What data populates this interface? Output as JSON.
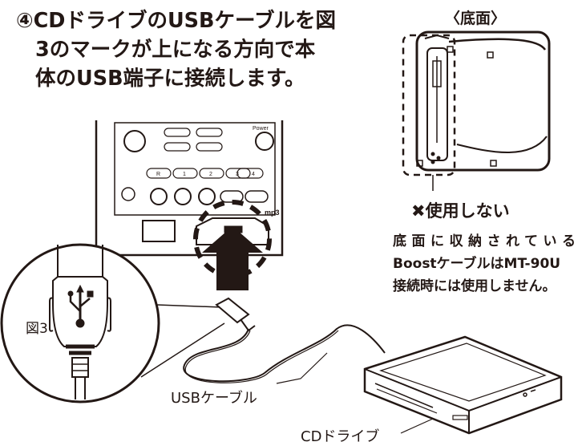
{
  "instruction": {
    "line1": "④CDドライブのUSBケーブルを図",
    "line2": "3のマークが上になる方向で本",
    "line3": "体のUSB端子に接続します。"
  },
  "bottom_view": {
    "heading": "〈底面〉"
  },
  "note": {
    "title": "✖使用しない",
    "body_line1": "底面に収納されている",
    "body_line2": "BoostケーブルはMT-90U",
    "body_line3": "接続時には使用しません。"
  },
  "figure_label": "図3",
  "usb_cable_label": "USBケーブル",
  "cd_drive_label": "CDドライブ",
  "device_panel": {
    "power_label": "Power",
    "button_row_labels": [
      "R",
      "1",
      "2",
      "3",
      "4"
    ],
    "logo_text": "mp3"
  }
}
